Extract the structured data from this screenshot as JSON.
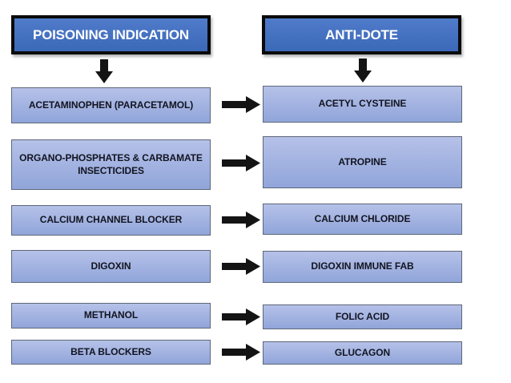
{
  "diagram": {
    "left_header": "POISONING INDICATION",
    "right_header": "ANTI-DOTE",
    "rows": [
      {
        "poison": "ACETAMINOPHEN (PARACETAMOL)",
        "antidote": "ACETYL CYSTEINE"
      },
      {
        "poison": "ORGANO-PHOSPHATES & CARBAMATE INSECTICIDES",
        "antidote": "ATROPINE"
      },
      {
        "poison": "CALCIUM CHANNEL BLOCKER",
        "antidote": "CALCIUM CHLORIDE"
      },
      {
        "poison": "DIGOXIN",
        "antidote": "DIGOXIN IMMUNE FAB"
      },
      {
        "poison": "METHANOL",
        "antidote": "FOLIC ACID"
      },
      {
        "poison": "BETA BLOCKERS",
        "antidote": "GLUCAGON"
      }
    ],
    "icons": {
      "down_arrow": "down-arrow-icon",
      "right_arrow": "right-arrow-icon"
    },
    "colors": {
      "background": "#ffffff",
      "header_fill_top": "#4f7bca",
      "header_fill_bottom": "#3c68b8",
      "header_border": "#0b0b0b",
      "header_text": "#ffffff",
      "box_fill_top": "#b5c1e8",
      "box_fill_bottom": "#91a5da",
      "box_border": "#5d6878",
      "box_text": "#121420",
      "arrow": "#141414"
    }
  }
}
